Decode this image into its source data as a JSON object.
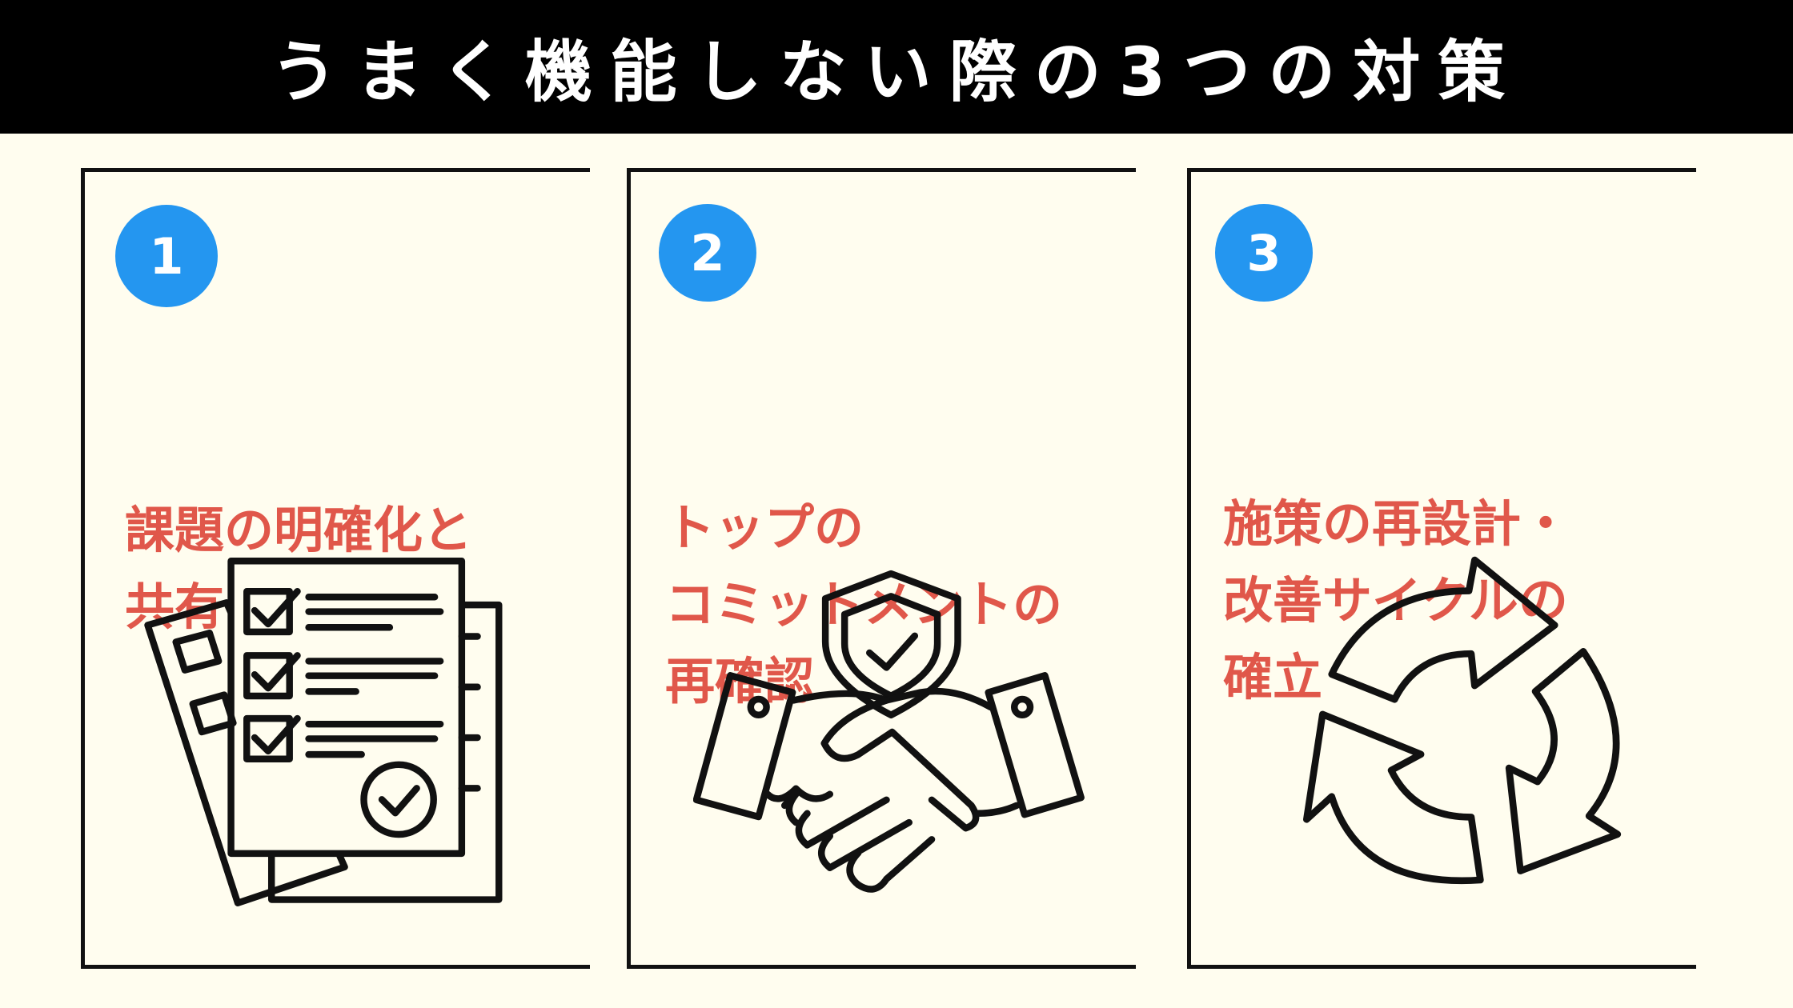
{
  "header": {
    "title": "うまく機能しない際の3つの対策"
  },
  "panels": [
    {
      "number": "1",
      "title_lines": [
        "課題の明確化と",
        "共有"
      ],
      "icon": "checklist-documents-icon"
    },
    {
      "number": "2",
      "title_lines": [
        "トップの",
        "コミットメントの",
        "再確認"
      ],
      "icon": "handshake-shield-icon"
    },
    {
      "number": "3",
      "title_lines": [
        "施策の再設計・",
        "改善サイクルの",
        "確立"
      ],
      "icon": "cycle-arrows-icon"
    }
  ],
  "colors": {
    "header_bg": "#000000",
    "background": "#fffdef",
    "accent_blue": "#2496f0",
    "title_red": "#e0574a"
  }
}
